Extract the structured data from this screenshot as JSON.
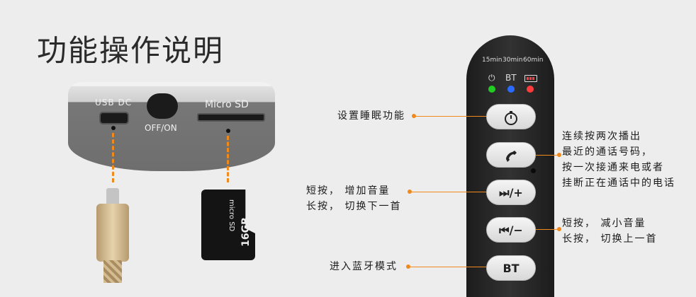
{
  "title": "功能操作说明",
  "device": {
    "usb_label": "USB DC",
    "switch_label": "OFF/ON",
    "sd_label": "Micro SD"
  },
  "sdcard": {
    "brand": "micro SD",
    "capacity": "16GB"
  },
  "remote": {
    "timers": [
      "15min",
      "30min",
      "60min"
    ],
    "indicators": {
      "power_symbol": "⏻",
      "bt": "BT",
      "battery_symbol": "battery"
    },
    "led_colors": [
      "#22cc22",
      "#2a6cff",
      "#ff3b3b"
    ],
    "buttons": {
      "timer_icon": "stopwatch-icon",
      "call_icon": "phone-icon",
      "next": "⏭/+",
      "prev": "⏮/−",
      "bt": "BT"
    }
  },
  "annotations": {
    "timer": "设置睡眠功能",
    "call": [
      "连续按两次播出",
      "最近的通话号码，",
      "按一次接通来电或者",
      "挂断正在通话中的电话"
    ],
    "next": [
      "短按，  增加音量",
      "长按，  切换下一首"
    ],
    "prev": [
      "短按，  减小音量",
      "长按，  切换上一首"
    ],
    "bt": "进入蓝牙模式"
  },
  "accent_color": "#f08a1c"
}
